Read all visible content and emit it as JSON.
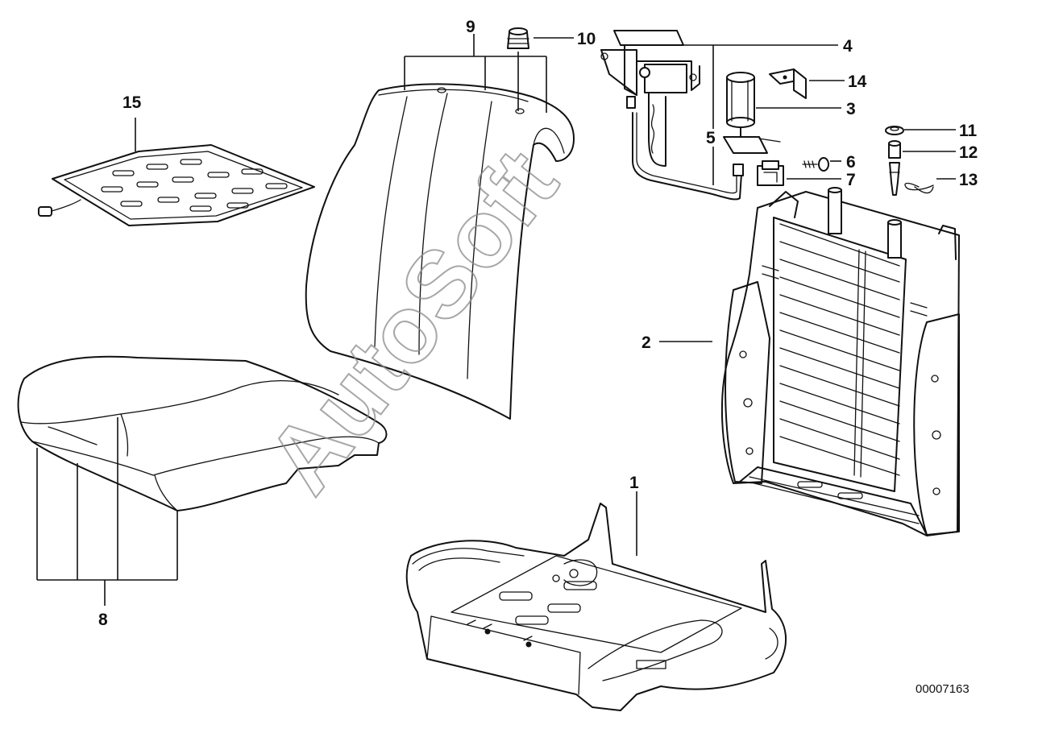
{
  "watermark": "AutoSoft",
  "reference_number": "00007163",
  "callouts": {
    "c1": "1",
    "c2": "2",
    "c3": "3",
    "c4": "4",
    "c5": "5",
    "c6": "6",
    "c7": "7",
    "c8": "8",
    "c9": "9",
    "c10": "10",
    "c11": "11",
    "c12": "12",
    "c13": "13",
    "c14": "14",
    "c15": "15"
  }
}
